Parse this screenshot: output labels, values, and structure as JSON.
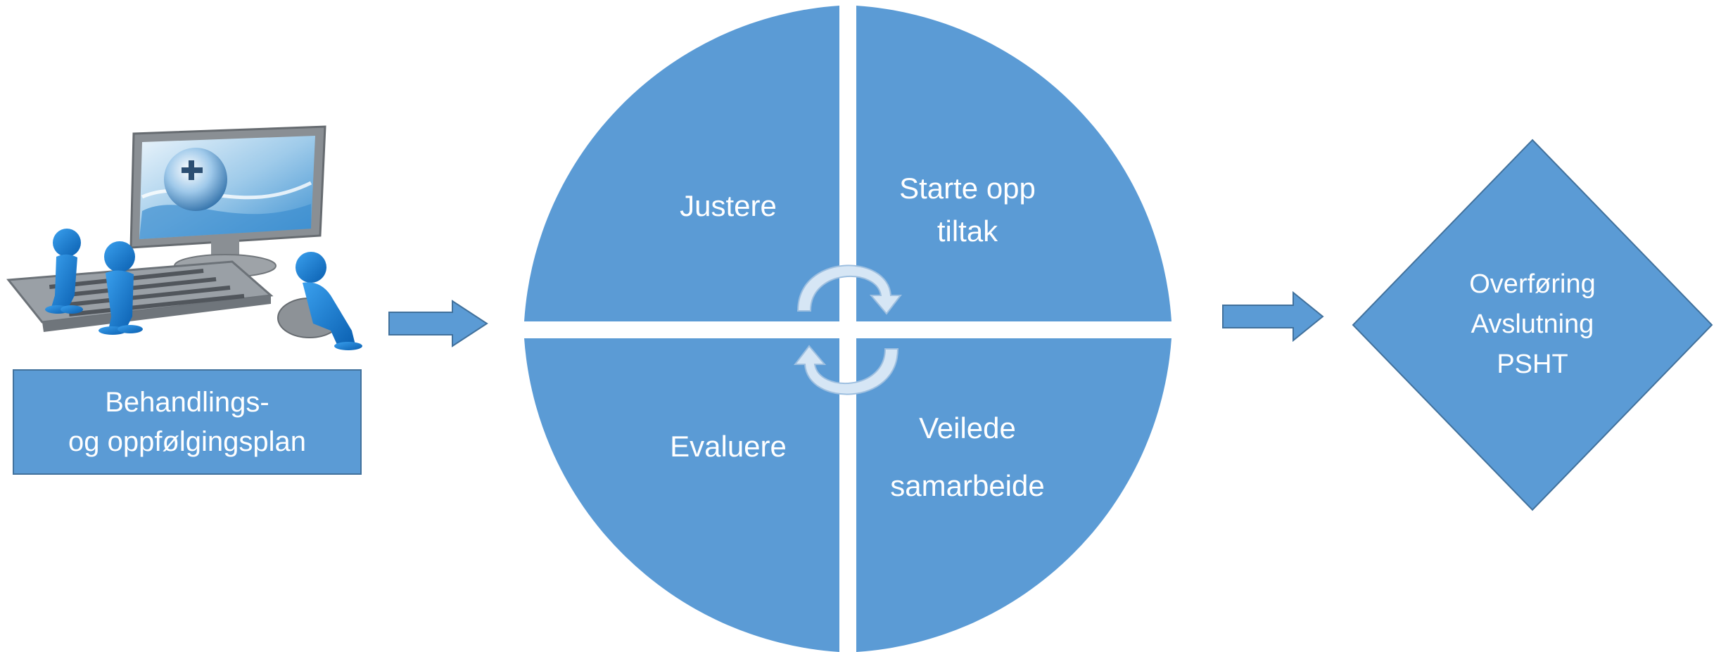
{
  "left": {
    "plan_line1": "Behandlings-",
    "plan_line2": "og oppfølgingsplan"
  },
  "circle": {
    "top_left": "Justere",
    "top_right_line1": "Starte opp",
    "top_right_line2": "tiltak",
    "bottom_left": "Evaluere",
    "bottom_right_line1": "Veilede",
    "bottom_right_line2": "samarbeide"
  },
  "right": {
    "line1": "Overføring",
    "line2": "Avslutning",
    "line3": "PSHT"
  },
  "colors": {
    "fill": "#5b9bd5",
    "stroke": "#41719c",
    "text": "#ffffff",
    "background": "#ffffff"
  }
}
